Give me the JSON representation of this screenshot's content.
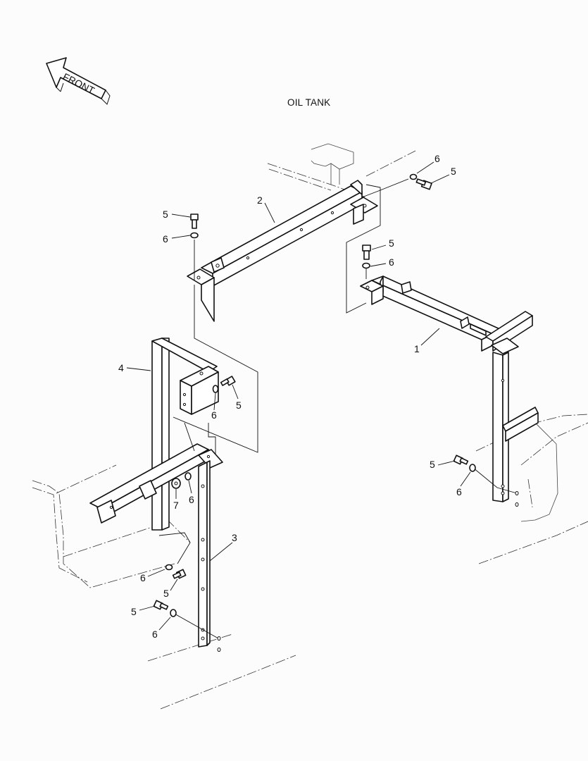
{
  "title": "OIL TANK",
  "front_label": "FRONT",
  "callouts": {
    "c1": "1",
    "c2": "2",
    "c3": "3",
    "c4": "4",
    "c5": "5",
    "c6": "6",
    "c7": "7"
  },
  "icons": {
    "front_arrow": "front-arrow-icon",
    "bolt": "bolt-icon",
    "washer": "washer-icon",
    "nut": "nut-icon"
  }
}
